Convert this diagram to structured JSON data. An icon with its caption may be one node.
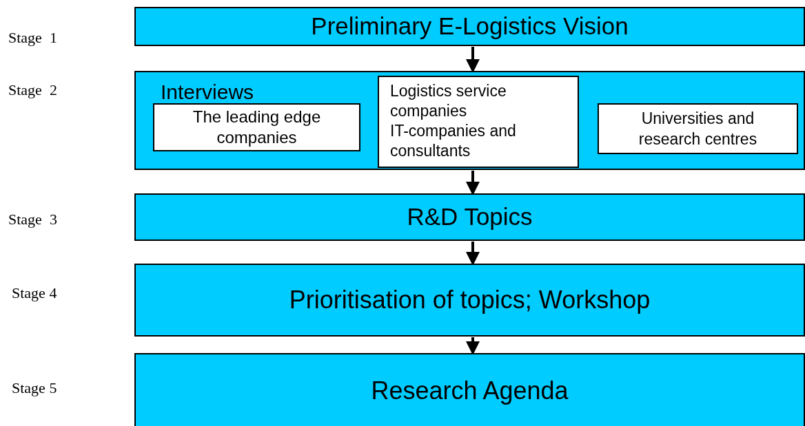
{
  "diagram": {
    "nodes": [
      {
        "text": [
          "Preliminary E-Logistics Vision"
        ]
      },
      {
        "text": [
          "Interviews"
        ]
      },
      {
        "text": [
          "The leading edge companies"
        ],
        "in": 1
      },
      {
        "text": [
          "Logistics service companies",
          "IT-companies and consultants"
        ],
        "in": 1
      },
      {
        "text": [
          "Universities and research centres"
        ],
        "in": 1
      },
      {
        "text": [
          "R&D Topics"
        ]
      },
      {
        "text": [
          "Prioritisation of topics; Workshop"
        ]
      },
      {
        "text": [
          "Research Agenda"
        ]
      }
    ],
    "edges": [
      {
        "from": 0,
        "to": 1,
        "arrow": "to"
      },
      {
        "from": 1,
        "to": 5,
        "arrow": "to"
      },
      {
        "from": 5,
        "to": 6,
        "arrow": "to"
      },
      {
        "from": 6,
        "to": 7,
        "arrow": "to"
      }
    ],
    "labels": [
      "Stage  1",
      "Stage  2",
      "Stage  3",
      "Stage 4",
      "Stage 5"
    ]
  }
}
